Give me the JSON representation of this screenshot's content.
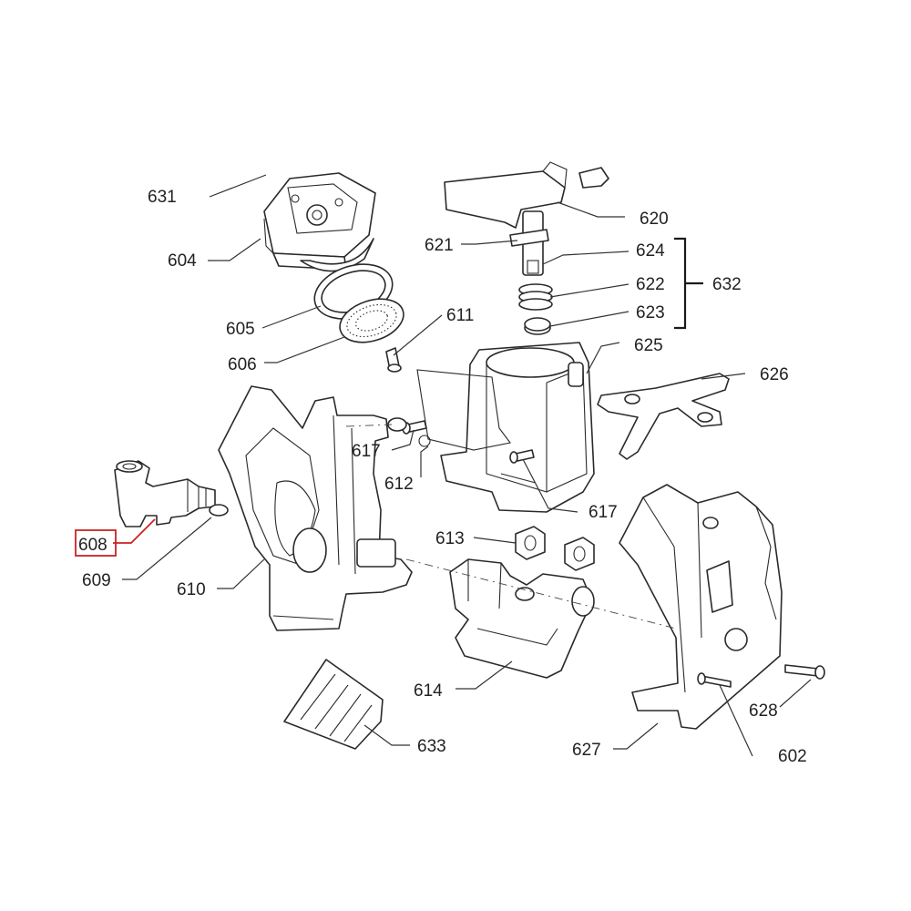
{
  "highlight_color": "#cc2222",
  "labels": {
    "p631": "631",
    "p604": "604",
    "p605": "605",
    "p606": "606",
    "p611": "611",
    "p620": "620",
    "p621": "621",
    "p624": "624",
    "p622": "622",
    "p623": "623",
    "p632": "632",
    "p625": "625",
    "p626": "626",
    "p617a": "617",
    "p617b": "617",
    "p612": "612",
    "p608": "608",
    "p609": "609",
    "p610": "610",
    "p613": "613",
    "p614": "614",
    "p627": "627",
    "p628": "628",
    "p602": "602",
    "p633": "633"
  }
}
